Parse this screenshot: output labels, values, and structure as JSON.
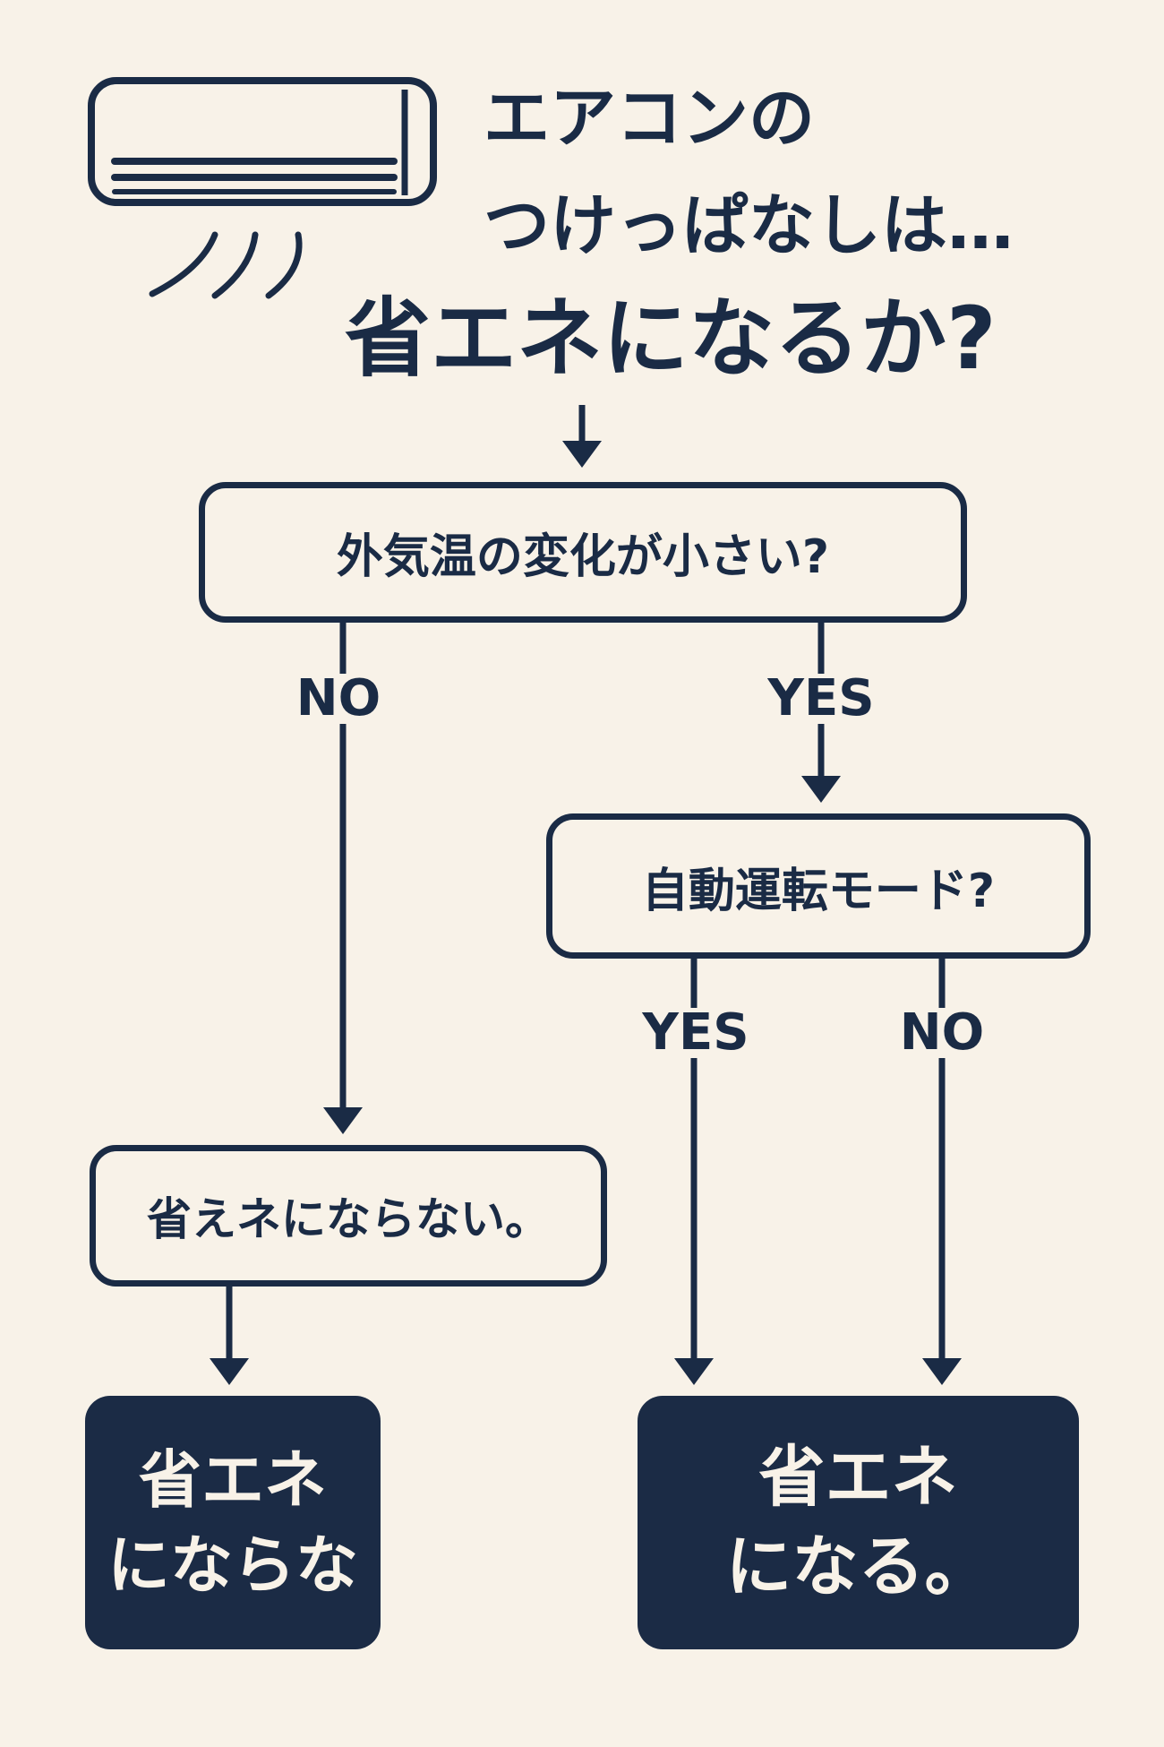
{
  "title": {
    "line1": "エアコンの",
    "line2": "つけっぱなしは…",
    "line3": "省エネになるか?"
  },
  "question1": {
    "text": "外気温の変化が小さい?"
  },
  "question2": {
    "text": "自動運転モード?"
  },
  "edges": {
    "q1_no": "NO",
    "q1_yes": "YES",
    "q2_yes": "YES",
    "q2_no": "NO"
  },
  "intermediate": {
    "text": "省えネにならない。"
  },
  "result_left": {
    "line1": "省エネ",
    "line2": "にならな"
  },
  "result_right": {
    "line1": "省エネ",
    "line2": "になる。"
  },
  "colors": {
    "background": "#f8f2e8",
    "ink": "#1a2b45"
  },
  "icons": {
    "air_conditioner": "air-conditioner-icon",
    "airflow": "airflow-icon"
  }
}
